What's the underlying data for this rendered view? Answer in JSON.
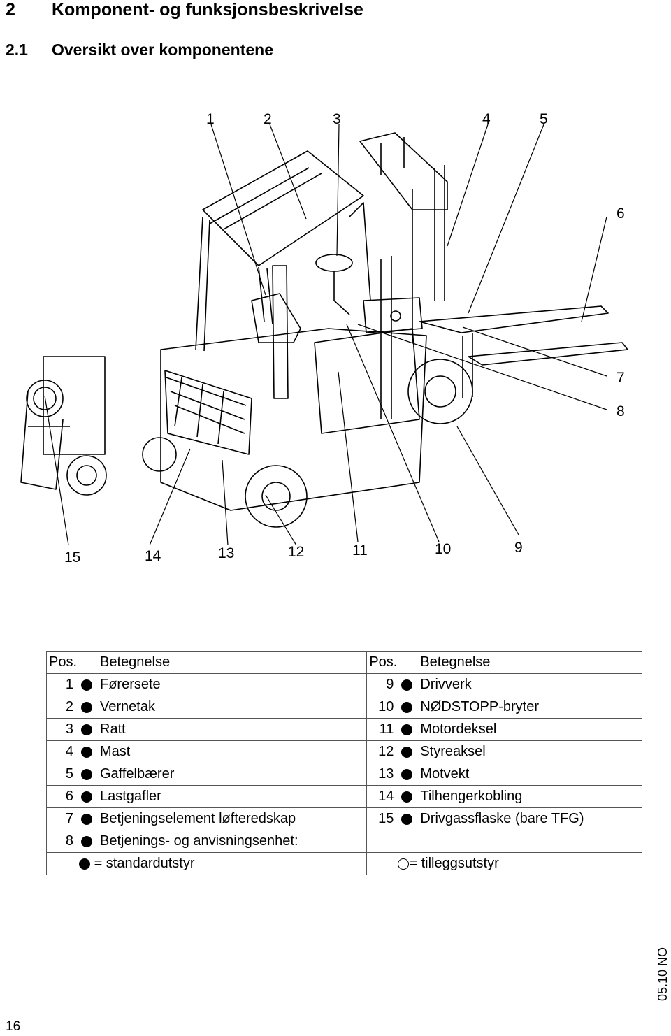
{
  "heading": {
    "number": "2",
    "title": "Komponent- og funksjonsbeskrivelse"
  },
  "subheading": {
    "number": "2.1",
    "title": "Oversikt over komponentene"
  },
  "figure": {
    "callouts_top": [
      "1",
      "2",
      "3",
      "4",
      "5"
    ],
    "callouts_right": [
      "6",
      "7",
      "8"
    ],
    "callouts_bottom": [
      "15",
      "14",
      "13",
      "12",
      "11",
      "10",
      "9"
    ]
  },
  "table": {
    "headers": {
      "pos": "Pos.",
      "name": "Betegnelse"
    },
    "left": [
      {
        "pos": "1",
        "name": "Førersete"
      },
      {
        "pos": "2",
        "name": "Vernetak"
      },
      {
        "pos": "3",
        "name": "Ratt"
      },
      {
        "pos": "4",
        "name": "Mast"
      },
      {
        "pos": "5",
        "name": "Gaffelbærer"
      },
      {
        "pos": "6",
        "name": "Lastgafler"
      },
      {
        "pos": "7",
        "name": "Betjeningselement løfteredskap"
      },
      {
        "pos": "8",
        "name": "Betjenings- og anvisningsenhet:"
      }
    ],
    "right": [
      {
        "pos": "9",
        "name": "Drivverk"
      },
      {
        "pos": "10",
        "name": "NØDSTOPP-bryter"
      },
      {
        "pos": "11",
        "name": "Motordeksel"
      },
      {
        "pos": "12",
        "name": "Styreaksel"
      },
      {
        "pos": "13",
        "name": "Motvekt"
      },
      {
        "pos": "14",
        "name": "Tilhengerkobling"
      },
      {
        "pos": "15",
        "name": "Drivgassflaske (bare TFG)"
      }
    ],
    "legend_standard": "= standardutstyr",
    "legend_optional": "= tilleggsutstyr"
  },
  "footer": {
    "code": "05.10 NO",
    "page": "16"
  }
}
